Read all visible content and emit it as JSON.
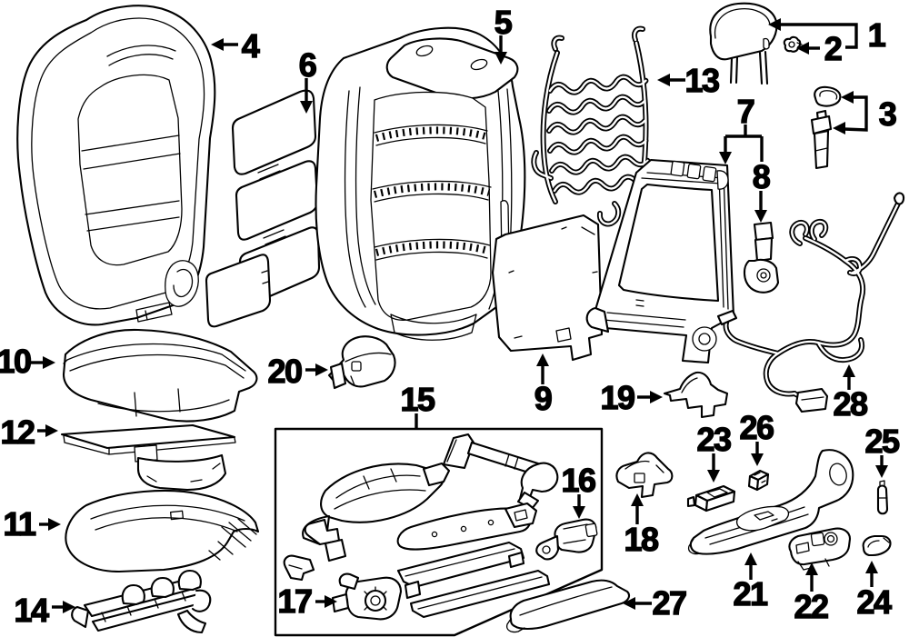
{
  "palette": {
    "background": "#ffffff",
    "line_color": "#000000"
  },
  "callouts": {
    "c1": {
      "label": "1"
    },
    "c2": {
      "label": "2"
    },
    "c3": {
      "label": "3"
    },
    "c4": {
      "label": "4"
    },
    "c5": {
      "label": "5"
    },
    "c6": {
      "label": "6"
    },
    "c7": {
      "label": "7"
    },
    "c8": {
      "label": "8"
    },
    "c9": {
      "label": "9"
    },
    "c10": {
      "label": "10"
    },
    "c11": {
      "label": "11"
    },
    "c12": {
      "label": "12"
    },
    "c13": {
      "label": "13"
    },
    "c14": {
      "label": "14"
    },
    "c15": {
      "label": "15"
    },
    "c16": {
      "label": "16"
    },
    "c17": {
      "label": "17"
    },
    "c18": {
      "label": "18"
    },
    "c19": {
      "label": "19"
    },
    "c20": {
      "label": "20"
    },
    "c21": {
      "label": "21"
    },
    "c22": {
      "label": "22"
    },
    "c23": {
      "label": "23"
    },
    "c24": {
      "label": "24"
    },
    "c25": {
      "label": "25"
    },
    "c26": {
      "label": "26"
    },
    "c27": {
      "label": "27"
    },
    "c28": {
      "label": "28"
    }
  }
}
